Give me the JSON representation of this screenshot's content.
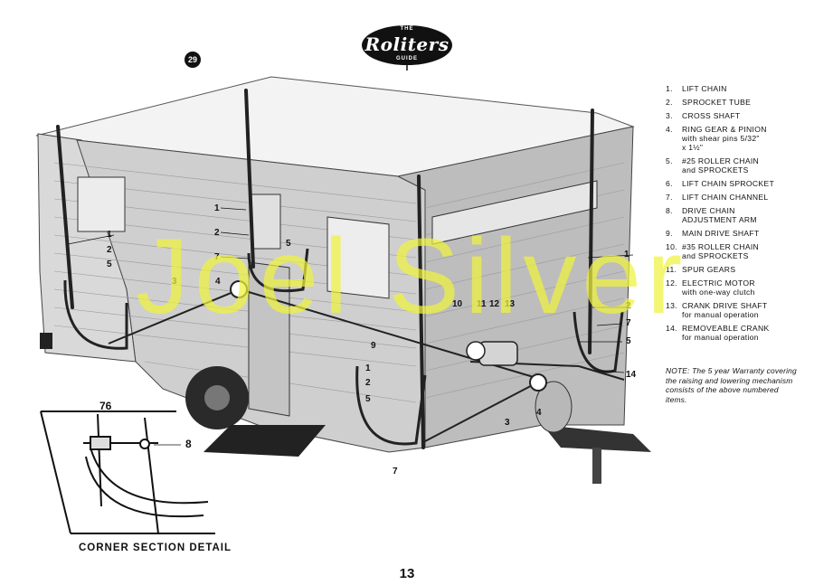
{
  "logo": {
    "the": "THE",
    "word": "Roliters",
    "guide": "GUIDE"
  },
  "page_badge": "29",
  "legend": [
    {
      "num": "1.",
      "text": "LIFT CHAIN"
    },
    {
      "num": "2.",
      "text": "SPROCKET TUBE"
    },
    {
      "num": "3.",
      "text": "CROSS SHAFT"
    },
    {
      "num": "4.",
      "text": "RING GEAR & PINION\nwith shear pins 5/32\"\nx 1½\""
    },
    {
      "num": "5.",
      "text": "#25 ROLLER CHAIN\nand SPROCKETS"
    },
    {
      "num": "6.",
      "text": "LIFT CHAIN SPROCKET"
    },
    {
      "num": "7.",
      "text": "LIFT CHAIN CHANNEL"
    },
    {
      "num": "8.",
      "text": "DRIVE CHAIN\nADJUSTMENT ARM"
    },
    {
      "num": "9.",
      "text": "MAIN DRIVE SHAFT"
    },
    {
      "num": "10.",
      "text": "#35 ROLLER CHAIN\nand SPROCKETS"
    },
    {
      "num": "11.",
      "text": "SPUR GEARS"
    },
    {
      "num": "12.",
      "text": "ELECTRIC MOTOR\nwith one-way clutch"
    },
    {
      "num": "13.",
      "text": "CRANK DRIVE SHAFT\nfor manual operation"
    },
    {
      "num": "14.",
      "text": "REMOVEABLE CRANK\nfor manual operation"
    }
  ],
  "note": "NOTE: The 5 year Warranty covering the raising and lowering mechanism consists of the above numbered items.",
  "detail_caption": "CORNER SECTION DETAIL",
  "page_number": "13",
  "watermark": "Joel Silver",
  "callouts": [
    {
      "id": "c1a",
      "text": "1"
    },
    {
      "id": "c2a",
      "text": "2"
    },
    {
      "id": "c5a",
      "text": "5"
    },
    {
      "id": "c3a",
      "text": "3"
    },
    {
      "id": "c4a",
      "text": "4"
    },
    {
      "id": "c1b",
      "text": "1"
    },
    {
      "id": "c2b",
      "text": "2"
    },
    {
      "id": "c7b",
      "text": "7"
    },
    {
      "id": "c5b",
      "text": "5"
    },
    {
      "id": "c9",
      "text": "9"
    },
    {
      "id": "c10",
      "text": "10"
    },
    {
      "id": "c11",
      "text": "11"
    },
    {
      "id": "c12",
      "text": "12"
    },
    {
      "id": "c13",
      "text": "13"
    },
    {
      "id": "c1c",
      "text": "1"
    },
    {
      "id": "c2c",
      "text": "2"
    },
    {
      "id": "c7c",
      "text": "7"
    },
    {
      "id": "c5c",
      "text": "5"
    },
    {
      "id": "c14",
      "text": "14"
    },
    {
      "id": "c1d",
      "text": "1"
    },
    {
      "id": "c2d",
      "text": "2"
    },
    {
      "id": "c5d",
      "text": "5"
    },
    {
      "id": "c7d",
      "text": "7"
    },
    {
      "id": "c3b",
      "text": "3"
    },
    {
      "id": "c4b",
      "text": "4"
    },
    {
      "id": "c76",
      "text": "76"
    },
    {
      "id": "c8",
      "text": "8"
    }
  ]
}
